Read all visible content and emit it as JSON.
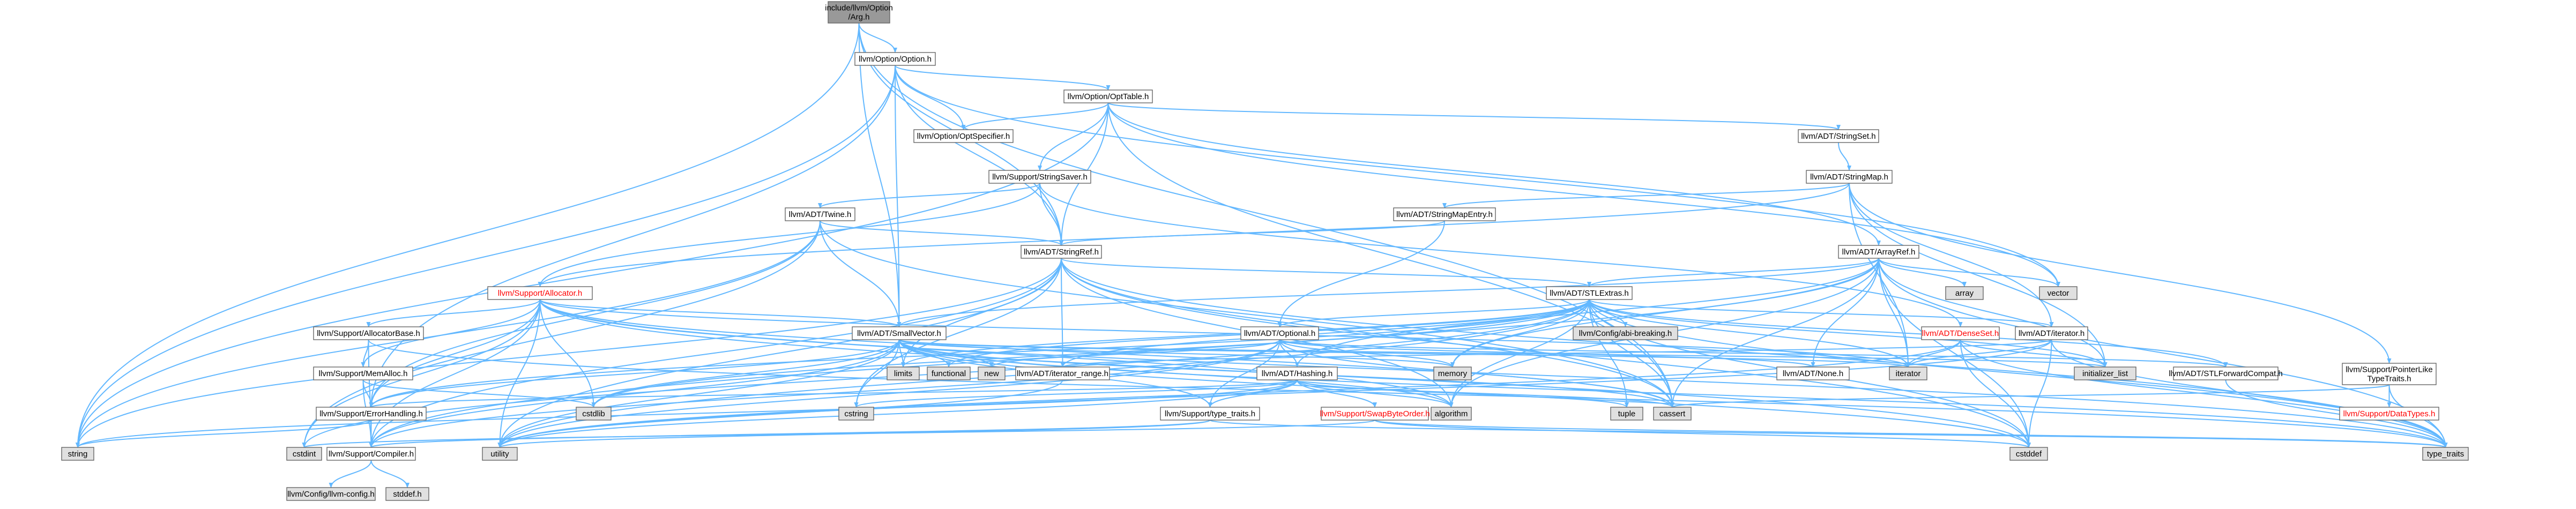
{
  "colors": {
    "edge": "#63b8ff",
    "node_fill": "#ffffff",
    "node_root_fill": "#999999",
    "node_system_fill": "#e0e0e0",
    "node_border": "#666666",
    "red_text": "#ff0000"
  },
  "nodes": [
    {
      "id": "root",
      "lines": [
        "include/llvm/Option",
        "/Arg.h"
      ],
      "style": "root"
    },
    {
      "id": "option_h",
      "lines": [
        "llvm/Option/Option.h"
      ],
      "style": "normal"
    },
    {
      "id": "opttable_h",
      "lines": [
        "llvm/Option/OptTable.h"
      ],
      "style": "normal"
    },
    {
      "id": "optspecifier_h",
      "lines": [
        "llvm/Option/OptSpecifier.h"
      ],
      "style": "normal"
    },
    {
      "id": "stringsaver_h",
      "lines": [
        "llvm/Support/StringSaver.h"
      ],
      "style": "normal"
    },
    {
      "id": "twine_h",
      "lines": [
        "llvm/ADT/Twine.h"
      ],
      "style": "normal"
    },
    {
      "id": "stringset_h",
      "lines": [
        "llvm/ADT/StringSet.h"
      ],
      "style": "normal"
    },
    {
      "id": "stringmap_h",
      "lines": [
        "llvm/ADT/StringMap.h"
      ],
      "style": "normal"
    },
    {
      "id": "stringmapentry_h",
      "lines": [
        "llvm/ADT/StringMapEntry.h"
      ],
      "style": "normal"
    },
    {
      "id": "stringref_h",
      "lines": [
        "llvm/ADT/StringRef.h"
      ],
      "style": "normal"
    },
    {
      "id": "arrayref_h",
      "lines": [
        "llvm/ADT/ArrayRef.h"
      ],
      "style": "normal"
    },
    {
      "id": "allocator_h",
      "lines": [
        "llvm/Support/Allocator.h"
      ],
      "style": "red"
    },
    {
      "id": "stlextras_h",
      "lines": [
        "llvm/ADT/STLExtras.h"
      ],
      "style": "normal"
    },
    {
      "id": "array",
      "lines": [
        "array"
      ],
      "style": "system"
    },
    {
      "id": "vector",
      "lines": [
        "vector"
      ],
      "style": "system"
    },
    {
      "id": "allocatorbase_h",
      "lines": [
        "llvm/Support/AllocatorBase.h"
      ],
      "style": "normal"
    },
    {
      "id": "smallvector_h",
      "lines": [
        "llvm/ADT/SmallVector.h"
      ],
      "style": "normal"
    },
    {
      "id": "optional_h",
      "lines": [
        "llvm/ADT/Optional.h"
      ],
      "style": "normal"
    },
    {
      "id": "configdisable_h",
      "lines": [
        "llvm/Config/abi-breaking.h"
      ],
      "style": "system"
    },
    {
      "id": "densemap_h",
      "lines": [
        "llvm/ADT/DenseSet.h"
      ],
      "style": "red"
    },
    {
      "id": "iterator_h",
      "lines": [
        "llvm/ADT/iterator.h"
      ],
      "style": "normal"
    },
    {
      "id": "pointerlike_h",
      "lines": [
        "llvm/Support/PointerLike",
        "TypeTraits.h"
      ],
      "style": "normal"
    },
    {
      "id": "memalloc_h",
      "lines": [
        "llvm/Support/MemAlloc.h"
      ],
      "style": "normal"
    },
    {
      "id": "hashing_h",
      "lines": [
        "llvm/ADT/Hashing.h"
      ],
      "style": "normal"
    },
    {
      "id": "limits",
      "lines": [
        "limits"
      ],
      "style": "system"
    },
    {
      "id": "functional",
      "lines": [
        "functional"
      ],
      "style": "system"
    },
    {
      "id": "new",
      "lines": [
        "new"
      ],
      "style": "system"
    },
    {
      "id": "iterator_range_h",
      "lines": [
        "llvm/ADT/iterator_range.h"
      ],
      "style": "normal"
    },
    {
      "id": "memory",
      "lines": [
        "memory"
      ],
      "style": "system"
    },
    {
      "id": "none_h",
      "lines": [
        "llvm/ADT/None.h"
      ],
      "style": "normal"
    },
    {
      "id": "iterator",
      "lines": [
        "iterator"
      ],
      "style": "system"
    },
    {
      "id": "initializer_list",
      "lines": [
        "initializer_list"
      ],
      "style": "system"
    },
    {
      "id": "stlforwardcompat_h",
      "lines": [
        "llvm/ADT/STLForwardCompat.h"
      ],
      "style": "normal"
    },
    {
      "id": "errorhandling_h",
      "lines": [
        "llvm/Support/ErrorHandling.h"
      ],
      "style": "normal"
    },
    {
      "id": "cstdlib",
      "lines": [
        "cstdlib"
      ],
      "style": "system"
    },
    {
      "id": "cstring",
      "lines": [
        "cstring"
      ],
      "style": "system"
    },
    {
      "id": "typetraits_h",
      "lines": [
        "llvm/Support/type_traits.h"
      ],
      "style": "normal"
    },
    {
      "id": "swapbyteorder_h",
      "lines": [
        "llvm/Support/SwapByteOrder.h"
      ],
      "style": "red"
    },
    {
      "id": "algorithm",
      "lines": [
        "algorithm"
      ],
      "style": "system"
    },
    {
      "id": "tuple",
      "lines": [
        "tuple"
      ],
      "style": "system"
    },
    {
      "id": "cassert",
      "lines": [
        "cassert"
      ],
      "style": "system"
    },
    {
      "id": "datatypes_h",
      "lines": [
        "llvm/Support/DataTypes.h"
      ],
      "style": "red"
    },
    {
      "id": "string",
      "lines": [
        "string"
      ],
      "style": "system"
    },
    {
      "id": "cstdint",
      "lines": [
        "cstdint"
      ],
      "style": "system"
    },
    {
      "id": "compiler_h",
      "lines": [
        "llvm/Support/Compiler.h"
      ],
      "style": "normal"
    },
    {
      "id": "utility",
      "lines": [
        "utility"
      ],
      "style": "system"
    },
    {
      "id": "cstddef",
      "lines": [
        "cstddef"
      ],
      "style": "system"
    },
    {
      "id": "type_traits",
      "lines": [
        "type_traits"
      ],
      "style": "system"
    },
    {
      "id": "llvmconfig_h",
      "lines": [
        "llvm/Config/llvm-config.h"
      ],
      "style": "system"
    },
    {
      "id": "stddef_h",
      "lines": [
        "stddef.h"
      ],
      "style": "system"
    }
  ],
  "edges": [
    [
      "root",
      "option_h"
    ],
    [
      "root",
      "string"
    ],
    [
      "root",
      "stringref_h"
    ],
    [
      "root",
      "smallvector_h"
    ],
    [
      "root",
      "cassert"
    ],
    [
      "option_h",
      "opttable_h"
    ],
    [
      "option_h",
      "optspecifier_h"
    ],
    [
      "option_h",
      "errorhandling_h"
    ],
    [
      "option_h",
      "stringref_h"
    ],
    [
      "option_h",
      "smallvector_h"
    ],
    [
      "option_h",
      "string"
    ],
    [
      "option_h",
      "vector"
    ],
    [
      "opttable_h",
      "optspecifier_h"
    ],
    [
      "opttable_h",
      "stringsaver_h"
    ],
    [
      "opttable_h",
      "stringset_h"
    ],
    [
      "opttable_h",
      "arrayref_h"
    ],
    [
      "opttable_h",
      "stringref_h"
    ],
    [
      "opttable_h",
      "cassert"
    ],
    [
      "opttable_h",
      "string"
    ],
    [
      "opttable_h",
      "vector"
    ],
    [
      "stringsaver_h",
      "twine_h"
    ],
    [
      "stringsaver_h",
      "allocator_h"
    ],
    [
      "stringsaver_h",
      "stringref_h"
    ],
    [
      "stringsaver_h",
      "densemap_h"
    ],
    [
      "stringset_h",
      "stringmap_h"
    ],
    [
      "stringmap_h",
      "stringmapentry_h"
    ],
    [
      "stringmap_h",
      "iterator_h"
    ],
    [
      "stringmap_h",
      "allocator_h"
    ],
    [
      "stringmap_h",
      "pointerlike_h"
    ],
    [
      "stringmap_h",
      "initializer_list"
    ],
    [
      "stringmap_h",
      "iterator"
    ],
    [
      "stringmapentry_h",
      "stringref_h"
    ],
    [
      "stringmapentry_h",
      "optional_h"
    ],
    [
      "twine_h",
      "smallvector_h"
    ],
    [
      "twine_h",
      "stringref_h"
    ],
    [
      "twine_h",
      "errorhandling_h"
    ],
    [
      "twine_h",
      "cassert"
    ],
    [
      "twine_h",
      "cstdint"
    ],
    [
      "twine_h",
      "string"
    ],
    [
      "stringref_h",
      "stlextras_h"
    ],
    [
      "stringref_h",
      "iterator_range_h"
    ],
    [
      "stringref_h",
      "compiler_h"
    ],
    [
      "stringref_h",
      "algorithm"
    ],
    [
      "stringref_h",
      "cassert"
    ],
    [
      "stringref_h",
      "cstddef"
    ],
    [
      "stringref_h",
      "cstring"
    ],
    [
      "stringref_h",
      "limits"
    ],
    [
      "stringref_h",
      "string"
    ],
    [
      "stringref_h",
      "type_traits"
    ],
    [
      "stringref_h",
      "utility"
    ],
    [
      "arrayref_h",
      "hashing_h"
    ],
    [
      "arrayref_h",
      "none_h"
    ],
    [
      "arrayref_h",
      "smallvector_h"
    ],
    [
      "arrayref_h",
      "stlextras_h"
    ],
    [
      "arrayref_h",
      "compiler_h"
    ],
    [
      "arrayref_h",
      "algorithm"
    ],
    [
      "arrayref_h",
      "array"
    ],
    [
      "arrayref_h",
      "cassert"
    ],
    [
      "arrayref_h",
      "cstddef"
    ],
    [
      "arrayref_h",
      "initializer_list"
    ],
    [
      "arrayref_h",
      "iterator"
    ],
    [
      "arrayref_h",
      "memory"
    ],
    [
      "arrayref_h",
      "type_traits"
    ],
    [
      "arrayref_h",
      "vector"
    ],
    [
      "allocator_h",
      "smallvector_h"
    ],
    [
      "allocator_h",
      "allocatorbase_h"
    ],
    [
      "allocator_h",
      "compiler_h"
    ],
    [
      "allocator_h",
      "errorhandling_h"
    ],
    [
      "allocator_h",
      "memalloc_h"
    ],
    [
      "allocator_h",
      "algorithm"
    ],
    [
      "allocator_h",
      "cassert"
    ],
    [
      "allocator_h",
      "cstddef"
    ],
    [
      "allocator_h",
      "cstdint"
    ],
    [
      "allocator_h",
      "cstdlib"
    ],
    [
      "allocator_h",
      "iterator"
    ],
    [
      "allocator_h",
      "type_traits"
    ],
    [
      "allocator_h",
      "utility"
    ],
    [
      "stlextras_h",
      "configdisable_h"
    ],
    [
      "stlextras_h",
      "optional_h"
    ],
    [
      "stlextras_h",
      "stlforwardcompat_h"
    ],
    [
      "stlextras_h",
      "iterator_h"
    ],
    [
      "stlextras_h",
      "iterator_range_h"
    ],
    [
      "stlextras_h",
      "errorhandling_h"
    ],
    [
      "stlextras_h",
      "algorithm"
    ],
    [
      "stlextras_h",
      "cassert"
    ],
    [
      "stlextras_h",
      "cstddef"
    ],
    [
      "stlextras_h",
      "cstdint"
    ],
    [
      "stlextras_h",
      "cstdlib"
    ],
    [
      "stlextras_h",
      "functional"
    ],
    [
      "stlextras_h",
      "initializer_list"
    ],
    [
      "stlextras_h",
      "iterator"
    ],
    [
      "stlextras_h",
      "limits"
    ],
    [
      "stlextras_h",
      "memory"
    ],
    [
      "stlextras_h",
      "tuple"
    ],
    [
      "stlextras_h",
      "type_traits"
    ],
    [
      "stlextras_h",
      "utility"
    ],
    [
      "allocatorbase_h",
      "compiler_h"
    ],
    [
      "allocatorbase_h",
      "memalloc_h"
    ],
    [
      "allocatorbase_h",
      "type_traits"
    ],
    [
      "smallvector_h",
      "compiler_h"
    ],
    [
      "smallvector_h",
      "errorhandling_h"
    ],
    [
      "smallvector_h",
      "typetraits_h"
    ],
    [
      "smallvector_h",
      "algorithm"
    ],
    [
      "smallvector_h",
      "cassert"
    ],
    [
      "smallvector_h",
      "cstddef"
    ],
    [
      "smallvector_h",
      "cstdlib"
    ],
    [
      "smallvector_h",
      "cstring"
    ],
    [
      "smallvector_h",
      "functional"
    ],
    [
      "smallvector_h",
      "initializer_list"
    ],
    [
      "smallvector_h",
      "iterator"
    ],
    [
      "smallvector_h",
      "limits"
    ],
    [
      "smallvector_h",
      "memory"
    ],
    [
      "smallvector_h",
      "new"
    ],
    [
      "smallvector_h",
      "type_traits"
    ],
    [
      "smallvector_h",
      "utility"
    ],
    [
      "optional_h",
      "hashing_h"
    ],
    [
      "optional_h",
      "none_h"
    ],
    [
      "optional_h",
      "stlforwardcompat_h"
    ],
    [
      "optional_h",
      "compiler_h"
    ],
    [
      "optional_h",
      "typetraits_h"
    ],
    [
      "optional_h",
      "cassert"
    ],
    [
      "optional_h",
      "memory"
    ],
    [
      "optional_h",
      "new"
    ],
    [
      "optional_h",
      "utility"
    ],
    [
      "densemap_h",
      "iterator"
    ],
    [
      "densemap_h",
      "initializer_list"
    ],
    [
      "densemap_h",
      "cstddef"
    ],
    [
      "densemap_h",
      "type_traits"
    ],
    [
      "densemap_h",
      "utility"
    ],
    [
      "iterator_h",
      "iterator_range_h"
    ],
    [
      "iterator_h",
      "cstddef"
    ],
    [
      "iterator_h",
      "iterator"
    ],
    [
      "iterator_h",
      "type_traits"
    ],
    [
      "iterator_h",
      "utility"
    ],
    [
      "pointerlike_h",
      "datatypes_h"
    ],
    [
      "pointerlike_h",
      "cassert"
    ],
    [
      "pointerlike_h",
      "type_traits"
    ],
    [
      "memalloc_h",
      "compiler_h"
    ],
    [
      "memalloc_h",
      "errorhandling_h"
    ],
    [
      "memalloc_h",
      "cstdlib"
    ],
    [
      "hashing_h",
      "errorhandling_h"
    ],
    [
      "hashing_h",
      "swapbyteorder_h"
    ],
    [
      "hashing_h",
      "typetraits_h"
    ],
    [
      "hashing_h",
      "algorithm"
    ],
    [
      "hashing_h",
      "cassert"
    ],
    [
      "hashing_h",
      "cstring"
    ],
    [
      "hashing_h",
      "string"
    ],
    [
      "hashing_h",
      "tuple"
    ],
    [
      "hashing_h",
      "utility"
    ],
    [
      "iterator_range_h",
      "utility"
    ],
    [
      "stlforwardcompat_h",
      "type_traits"
    ],
    [
      "errorhandling_h",
      "compiler_h"
    ],
    [
      "errorhandling_h",
      "string"
    ],
    [
      "typetraits_h",
      "compiler_h"
    ],
    [
      "typetraits_h",
      "type_traits"
    ],
    [
      "typetraits_h",
      "utility"
    ],
    [
      "swapbyteorder_h",
      "cstddef"
    ],
    [
      "swapbyteorder_h",
      "cstdint"
    ],
    [
      "swapbyteorder_h",
      "type_traits"
    ],
    [
      "compiler_h",
      "llvmconfig_h"
    ],
    [
      "compiler_h",
      "stddef_h"
    ]
  ]
}
